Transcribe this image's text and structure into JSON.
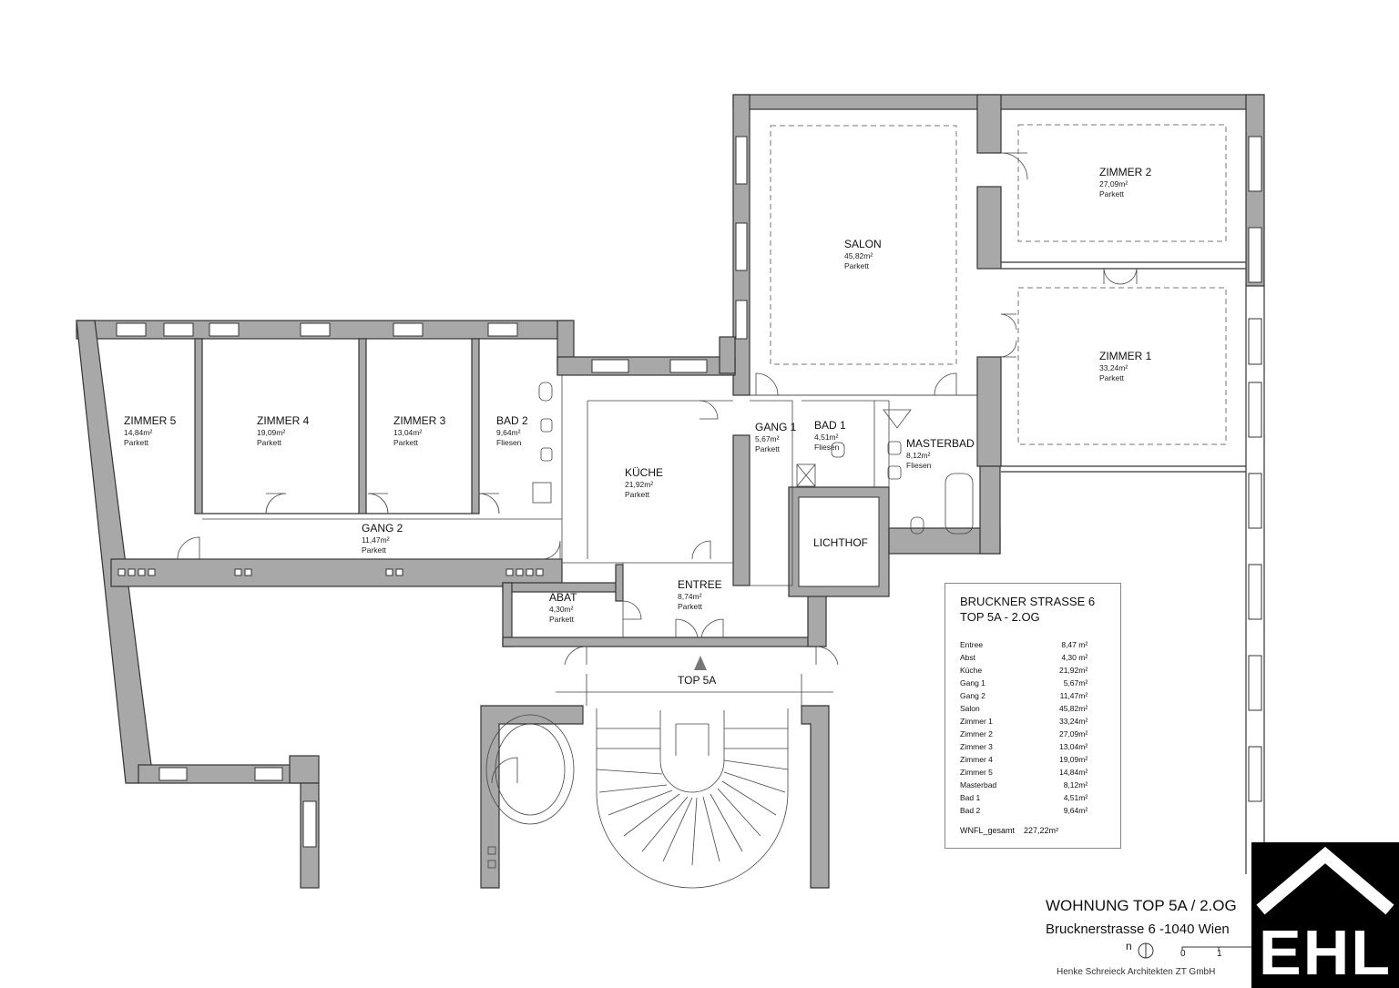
{
  "rooms": {
    "zimmer5": {
      "name": "ZIMMER 5",
      "area": "14,84m²",
      "floor": "Parkett"
    },
    "zimmer4": {
      "name": "ZIMMER 4",
      "area": "19,09m²",
      "floor": "Parkett"
    },
    "zimmer3": {
      "name": "ZIMMER 3",
      "area": "13,04m²",
      "floor": "Parkett"
    },
    "bad2": {
      "name": "BAD 2",
      "area": "9,64m²",
      "floor": "Fliesen"
    },
    "kueche": {
      "name": "KÜCHE",
      "area": "21,92m²",
      "floor": "Parkett"
    },
    "gang1": {
      "name": "GANG 1",
      "area": "5,67m²",
      "floor": "Parkett"
    },
    "bad1": {
      "name": "BAD 1",
      "area": "4,51m²",
      "floor": "Fliesen"
    },
    "masterbad": {
      "name": "MASTERBAD",
      "area": "8,12m²",
      "floor": "Fliesen"
    },
    "salon": {
      "name": "SALON",
      "area": "45,82m²",
      "floor": "Parkett"
    },
    "zimmer2": {
      "name": "ZIMMER 2",
      "area": "27,09m²",
      "floor": "Parkett"
    },
    "zimmer1": {
      "name": "ZIMMER 1",
      "area": "33,24m²",
      "floor": "Parkett"
    },
    "gang2": {
      "name": "GANG 2",
      "area": "11,47m²",
      "floor": "Parkett"
    },
    "abat": {
      "name": "ABAT",
      "area": "4,30m²",
      "floor": "Parkett"
    },
    "entree": {
      "name": "ENTREE",
      "area": "8,74m²",
      "floor": "Parkett"
    },
    "lichthof": {
      "name": "LICHTHOF"
    }
  },
  "entrance_label": "TOP 5A",
  "summary": {
    "title_line1": "BRUCKNER STRASSE 6",
    "title_line2": "TOP 5A - 2.OG",
    "rows": [
      {
        "label": "Entree",
        "value": "8,47 m²"
      },
      {
        "label": "Abst",
        "value": "4,30 m²"
      },
      {
        "label": "Küche",
        "value": "21,92m²"
      },
      {
        "label": "Gang 1",
        "value": "5,67m²"
      },
      {
        "label": "Gang 2",
        "value": "11,47m²"
      },
      {
        "label": "Salon",
        "value": "45,82m²"
      },
      {
        "label": "Zimmer 1",
        "value": "33,24m²"
      },
      {
        "label": "Zimmer 2",
        "value": "27,09m²"
      },
      {
        "label": "Zimmer 3",
        "value": "13,04m²"
      },
      {
        "label": "Zimmer 4",
        "value": "19,09m²"
      },
      {
        "label": "Zimmer 5",
        "value": "14,84m²"
      },
      {
        "label": "Masterbad",
        "value": "8,12m²"
      },
      {
        "label": "Bad 1",
        "value": "4,51m²"
      },
      {
        "label": "Bad 2",
        "value": "9,64m²"
      }
    ],
    "total_label": "WNFL_gesamt",
    "total_value": "227,22m²"
  },
  "title_block": {
    "line1": "WOHNUNG  TOP 5A / 2.OG",
    "line2": "Brucknerstrasse 6 -1040 Wien",
    "architect": "Henke Schreieck Architekten ZT GmbH"
  },
  "north_label": "n",
  "scale_labels": [
    "0",
    "1"
  ],
  "logo": {
    "text": "EHL",
    "background": "#000000",
    "foreground": "#ffffff"
  },
  "colors": {
    "wall_fill": "#a8a8a8",
    "line": "#333333"
  }
}
